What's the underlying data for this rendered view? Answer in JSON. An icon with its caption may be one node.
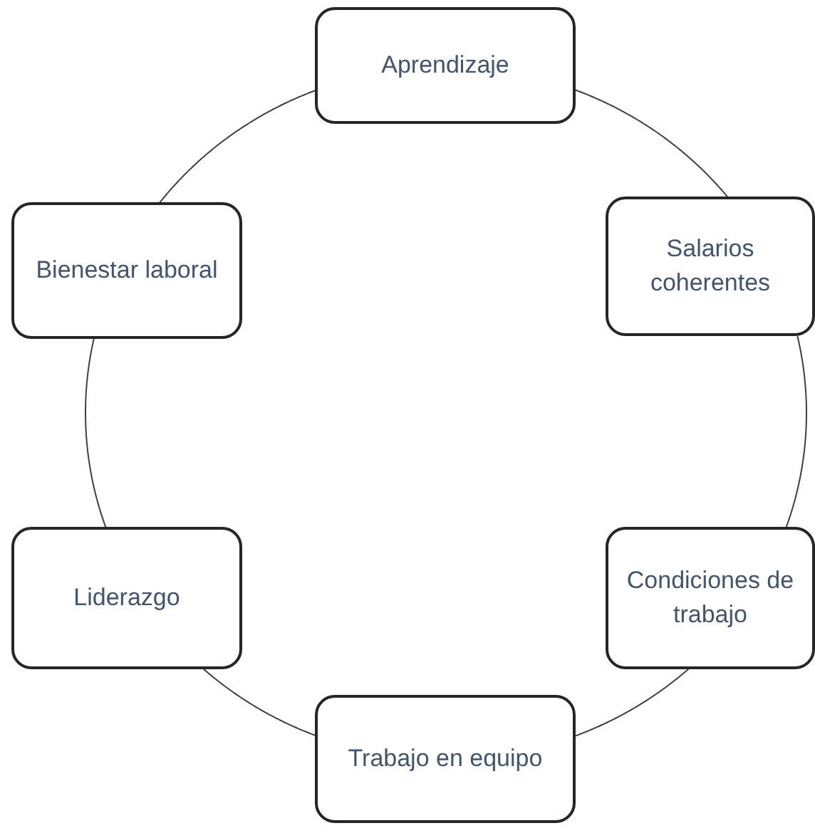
{
  "diagram": {
    "nodes": [
      {
        "text": [
          "Aprendizaje"
        ]
      },
      {
        "text": [
          "Salarios coherentes"
        ]
      },
      {
        "text": [
          "Condiciones de trabajo"
        ]
      },
      {
        "text": [
          "Trabajo en equipo"
        ]
      },
      {
        "text": [
          "Liderazgo"
        ]
      },
      {
        "text": [
          "Bienestar laboral"
        ]
      }
    ],
    "edges": [
      {
        "from": 0,
        "to": 1,
        "arrow": "none"
      },
      {
        "from": 1,
        "to": 2,
        "arrow": "none"
      },
      {
        "from": 2,
        "to": 3,
        "arrow": "none"
      },
      {
        "from": 3,
        "to": 4,
        "arrow": "none"
      },
      {
        "from": 4,
        "to": 5,
        "arrow": "none"
      },
      {
        "from": 5,
        "to": 0,
        "arrow": "none"
      }
    ]
  }
}
